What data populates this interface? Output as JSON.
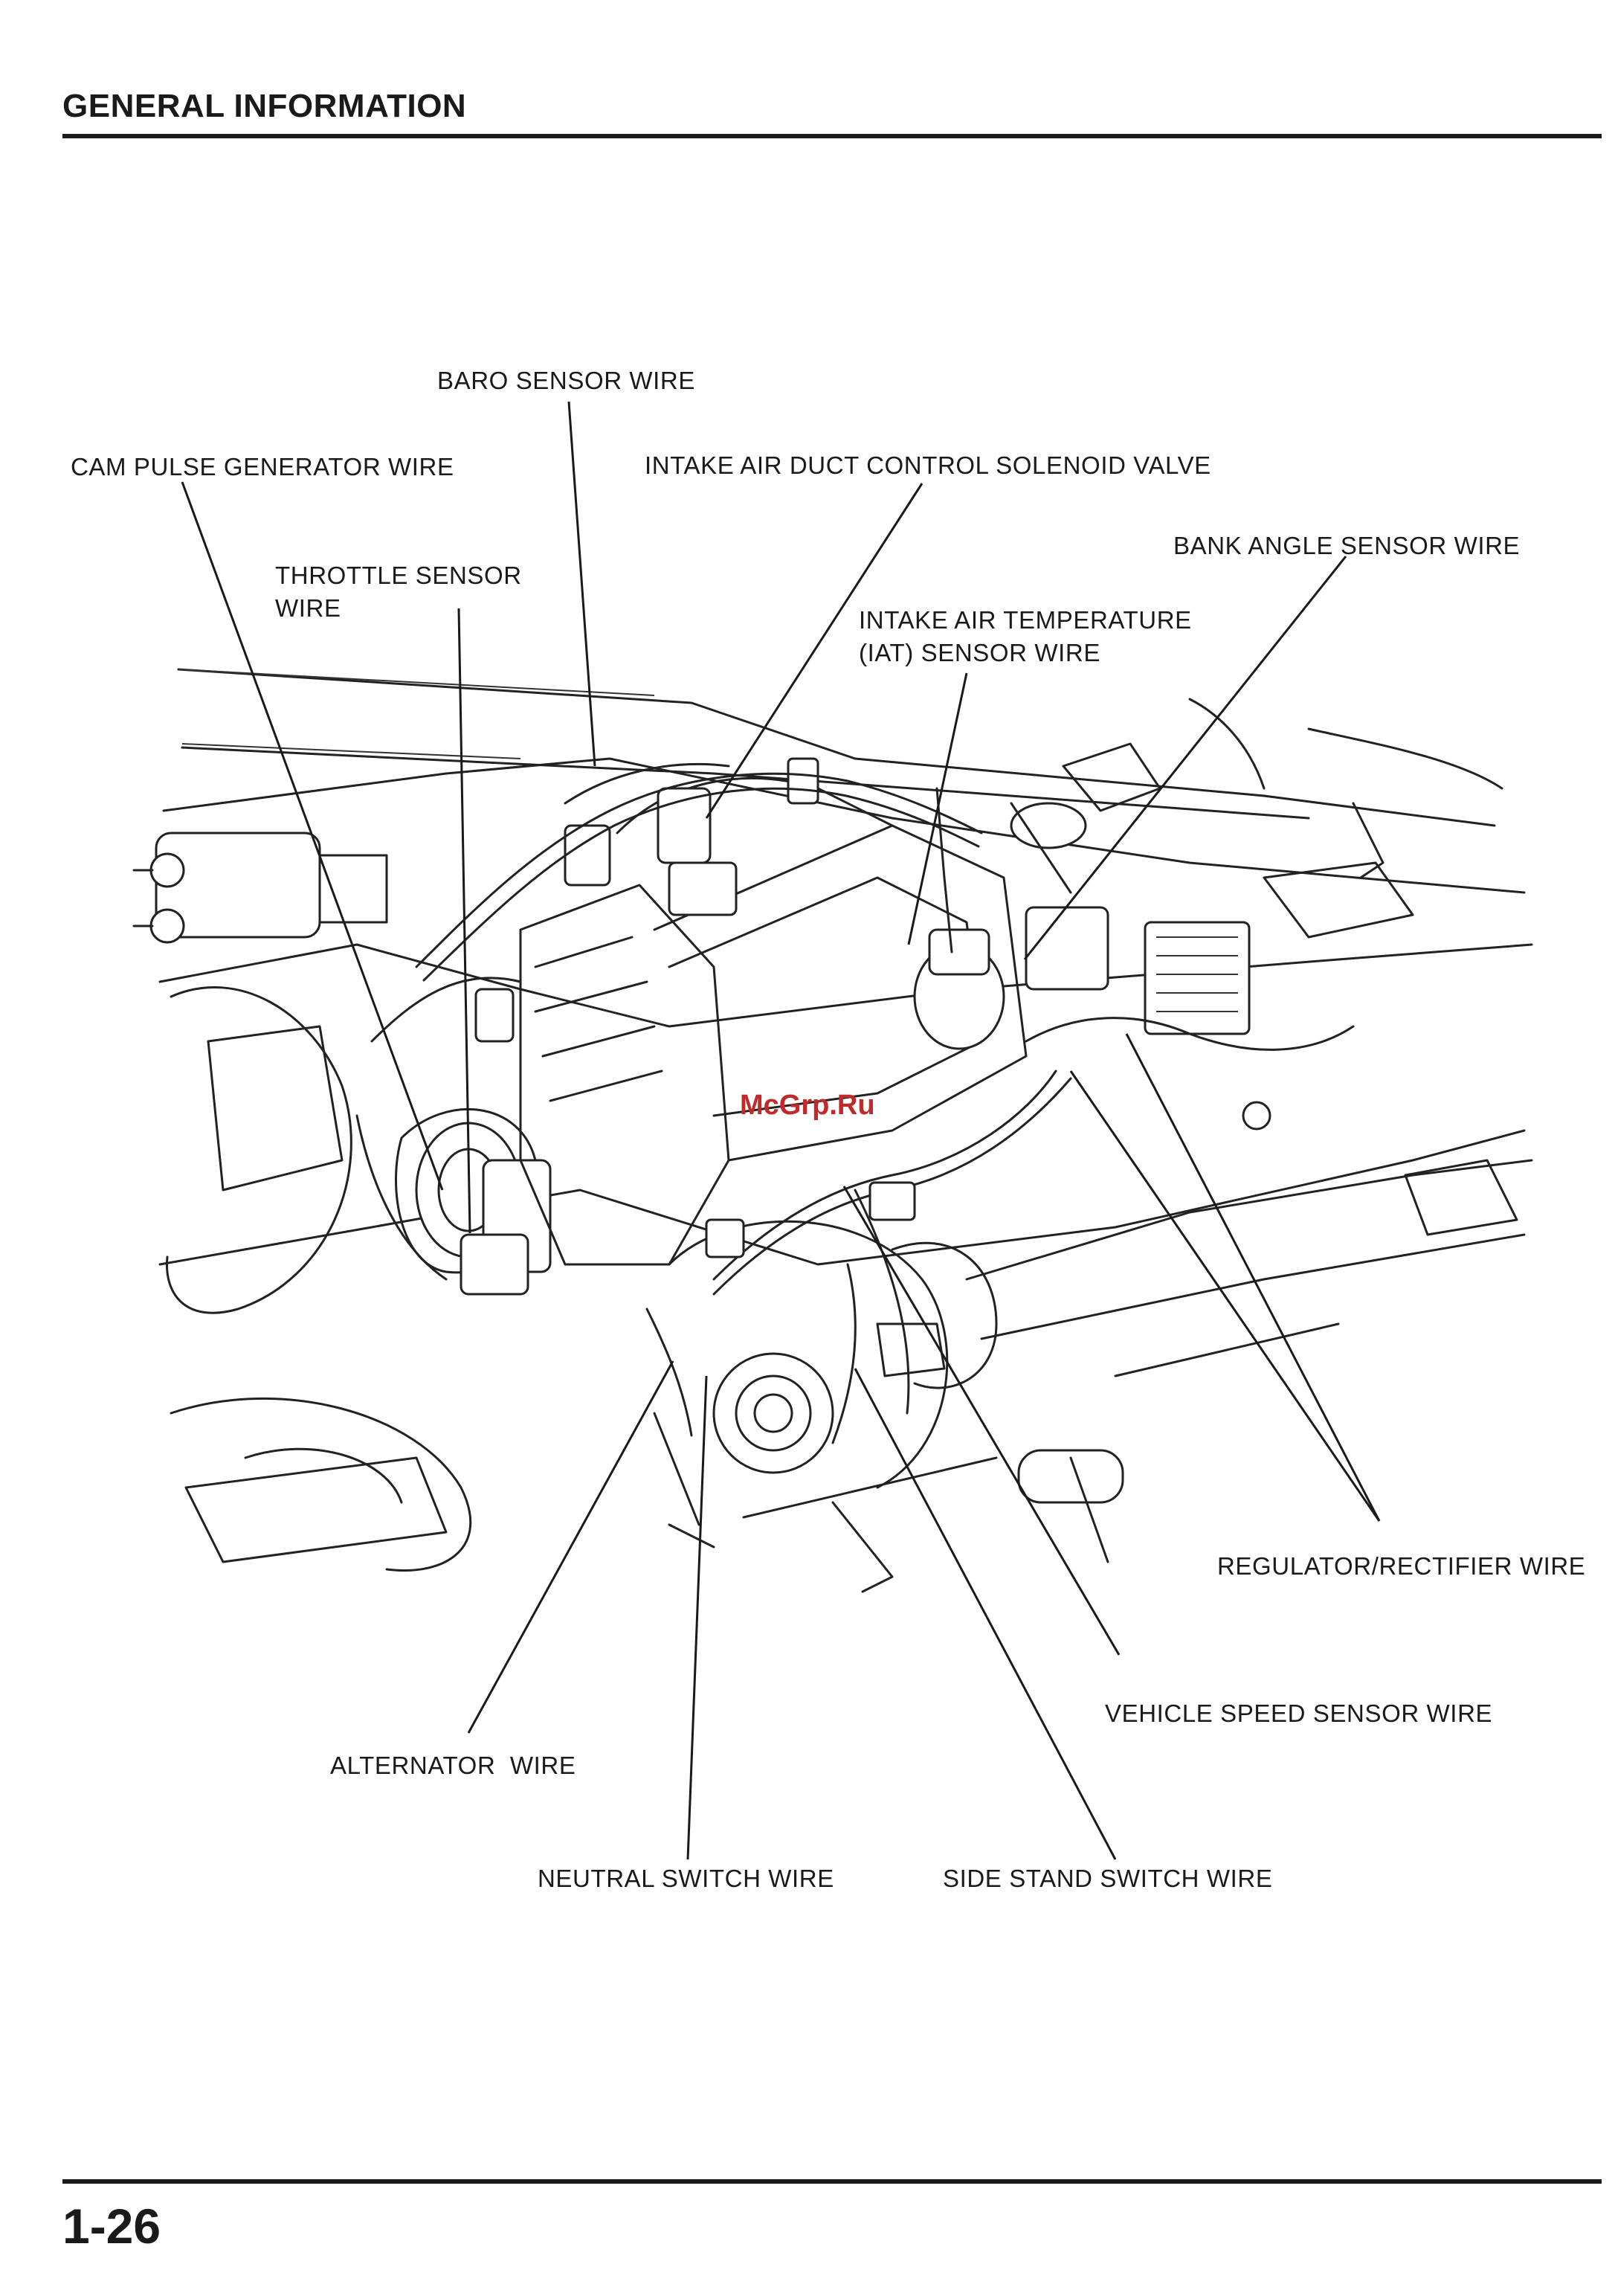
{
  "header": {
    "title": "GENERAL INFORMATION"
  },
  "page": {
    "number": "1-26"
  },
  "watermark": "McGrp.Ru",
  "callouts": {
    "baro": "BARO SENSOR WIRE",
    "cam_pulse": "CAM PULSE GENERATOR WIRE",
    "intake_valve": "INTAKE AIR DUCT CONTROL SOLENOID VALVE",
    "bank_angle": "BANK ANGLE SENSOR WIRE",
    "throttle_line1": "THROTTLE SENSOR",
    "throttle_line2": "WIRE",
    "iat_line1": "INTAKE AIR TEMPERATURE",
    "iat_line2": "(IAT) SENSOR WIRE",
    "regulator": "REGULATOR/RECTIFIER WIRE",
    "vehicle_speed": "VEHICLE SPEED SENSOR WIRE",
    "alternator": "ALTERNATOR  WIRE",
    "neutral": "NEUTRAL SWITCH WIRE",
    "side_stand": "SIDE STAND SWITCH WIRE"
  }
}
